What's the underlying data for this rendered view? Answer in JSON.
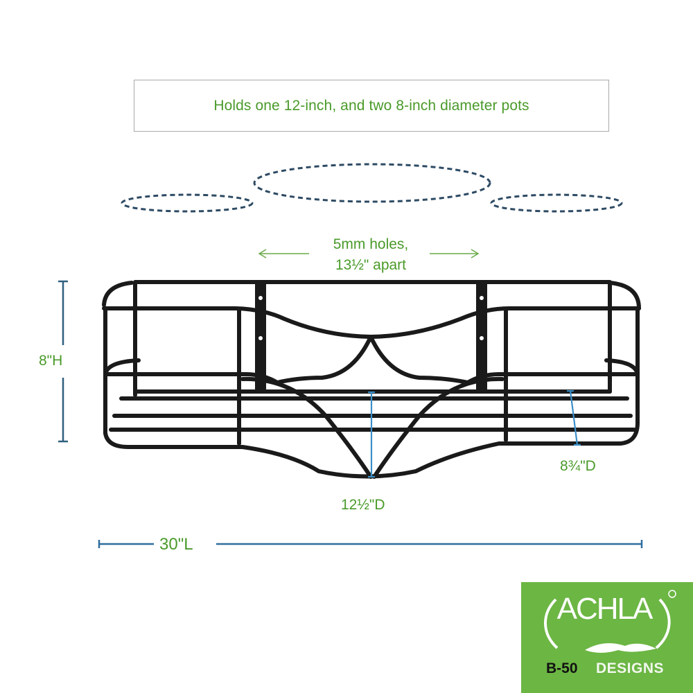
{
  "caption": {
    "text": "Holds one 12-inch, and two 8-inch diameter pots"
  },
  "pots": [
    {
      "label": "left-8-inch-pot",
      "diameter_in": 8
    },
    {
      "label": "center-12-inch-pot",
      "diameter_in": 12
    },
    {
      "label": "right-8-inch-pot",
      "diameter_in": 8
    }
  ],
  "mounting": {
    "line1": "5mm holes,",
    "line2": "13½\" apart"
  },
  "dimensions": {
    "height": "8\"H",
    "length": "30\"L",
    "center_depth": "12½\"D",
    "side_depth": "8¾\"D"
  },
  "logo": {
    "brand": "ACHLA",
    "registered_mark": "®",
    "model": "B-50",
    "tagline": "DESIGNS"
  },
  "colors": {
    "text_green": "#4a9a2a",
    "dimension_blue": "#2f6e9e",
    "logo_green": "#6cb644",
    "frame_black": "#1a1a1a"
  }
}
